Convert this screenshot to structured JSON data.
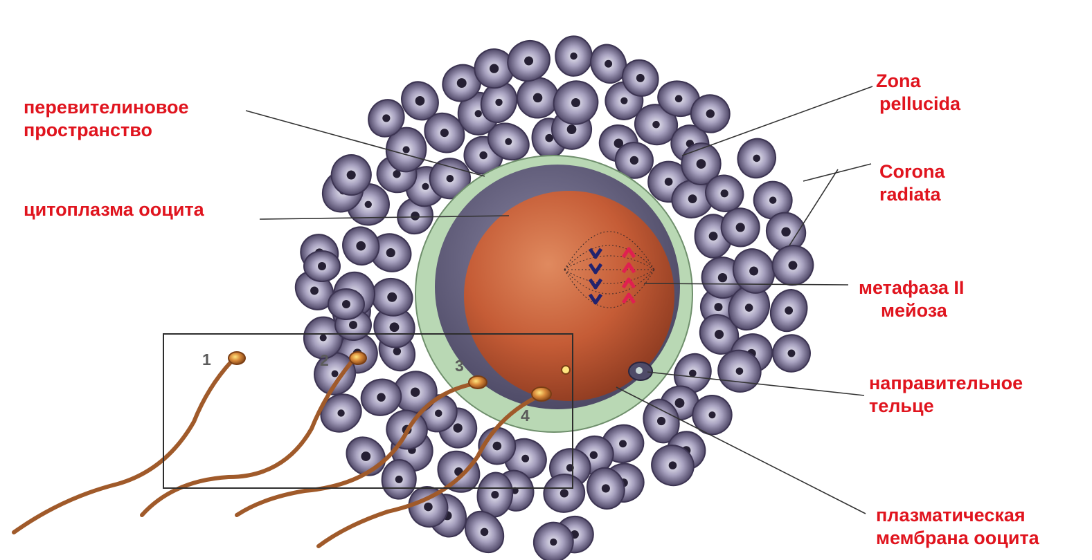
{
  "labels": {
    "perivitelline": {
      "line1": "перевителиновое",
      "line2": "пространство"
    },
    "cytoplasm": "цитоплазма ооцита",
    "zona": {
      "line1": "Zona",
      "line2": "pellucida"
    },
    "corona": {
      "line1": "Corona",
      "line2": "radiata"
    },
    "metaphase": {
      "line1": "метафаза II",
      "line2": "мейоза"
    },
    "polar_body": {
      "line1": "направительное",
      "line2": "тельце"
    },
    "membrane": {
      "line1": "плазматическая",
      "line2": "мембрана ооцита"
    }
  },
  "sperm_numbers": [
    "1",
    "2",
    "3",
    "4"
  ],
  "colors": {
    "label_text": "#e0141e",
    "leader_line": "#333333",
    "cell_body": "#9b95b5",
    "cell_edge": "#3c3452",
    "cell_nucleus": "#262034",
    "zona": "#b9d8b4",
    "perivitelline": "#5f5a7a",
    "cytoplasm": "#c0603a",
    "chromosome_blue": "#22226e",
    "chromosome_red": "#e02050",
    "sperm": "#a05a2a"
  }
}
